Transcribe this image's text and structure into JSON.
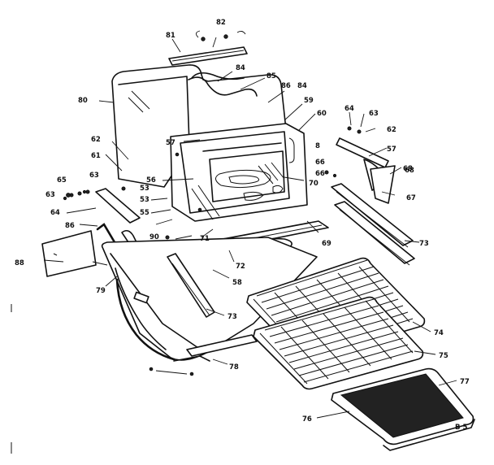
{
  "diagram": {
    "part_labels": [
      "81",
      "82",
      "80",
      "84",
      "85",
      "86",
      "84",
      "57",
      "59",
      "60",
      "64",
      "63",
      "62",
      "62",
      "61",
      "63",
      "65",
      "63",
      "64",
      "66",
      "86",
      "67",
      "70",
      "68",
      "53",
      "55",
      "56",
      "57",
      "66",
      "53",
      "90",
      "71",
      "72",
      "88",
      "78",
      "79",
      "73",
      "73",
      "74",
      "75",
      "77",
      "76",
      "68",
      "69",
      "58",
      "8"
    ],
    "corner_code": "B 5"
  }
}
